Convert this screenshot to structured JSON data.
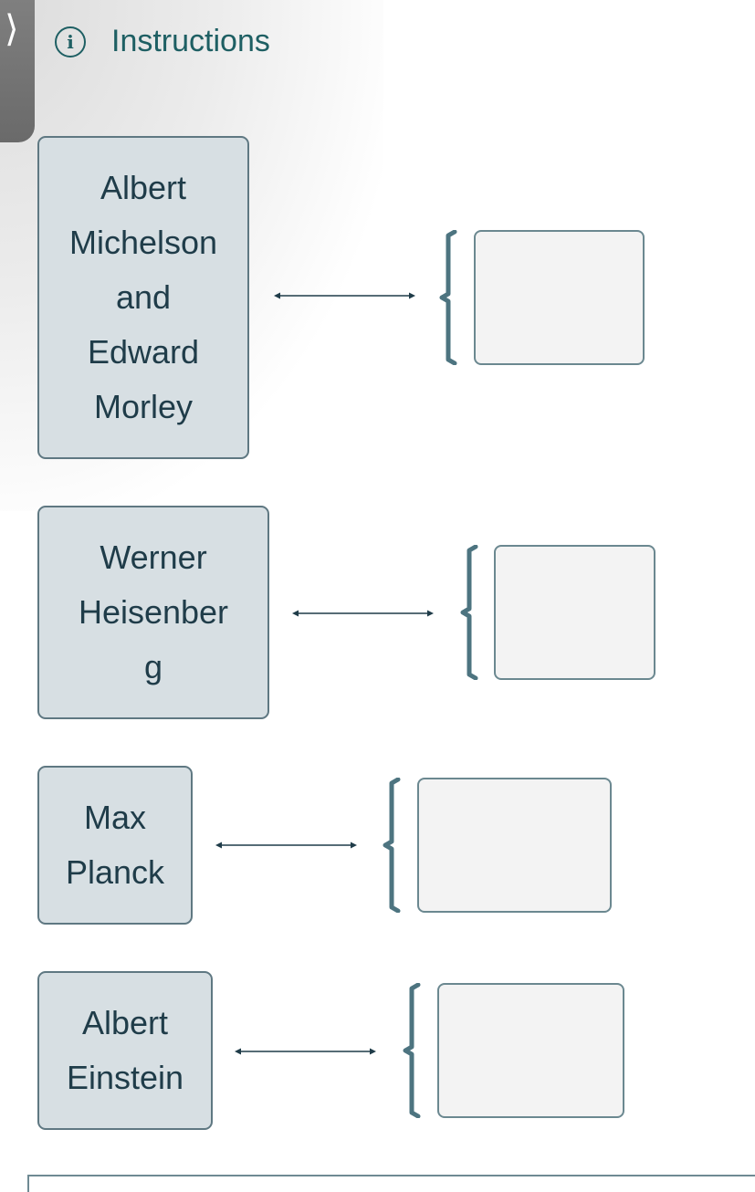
{
  "header": {
    "instructions_label": "Instructions",
    "info_icon": "info-circle-icon",
    "collapse_icon": "chevron-right-icon"
  },
  "matching": {
    "rows": [
      {
        "term": "Albert\nMichelson\nand\nEdward\nMorley",
        "answer": ""
      },
      {
        "term": "Werner\nHeisenber\ng",
        "answer": ""
      },
      {
        "term": "Max\nPlanck",
        "answer": ""
      },
      {
        "term": "Albert\nEinstein",
        "answer": ""
      }
    ]
  },
  "colors": {
    "accent": "#1e5f63",
    "term_bg": "#d7dfe3",
    "term_border": "#5f7882",
    "drop_bg": "#f3f3f3",
    "drop_border": "#6b8890",
    "brace": "#4d7480"
  }
}
